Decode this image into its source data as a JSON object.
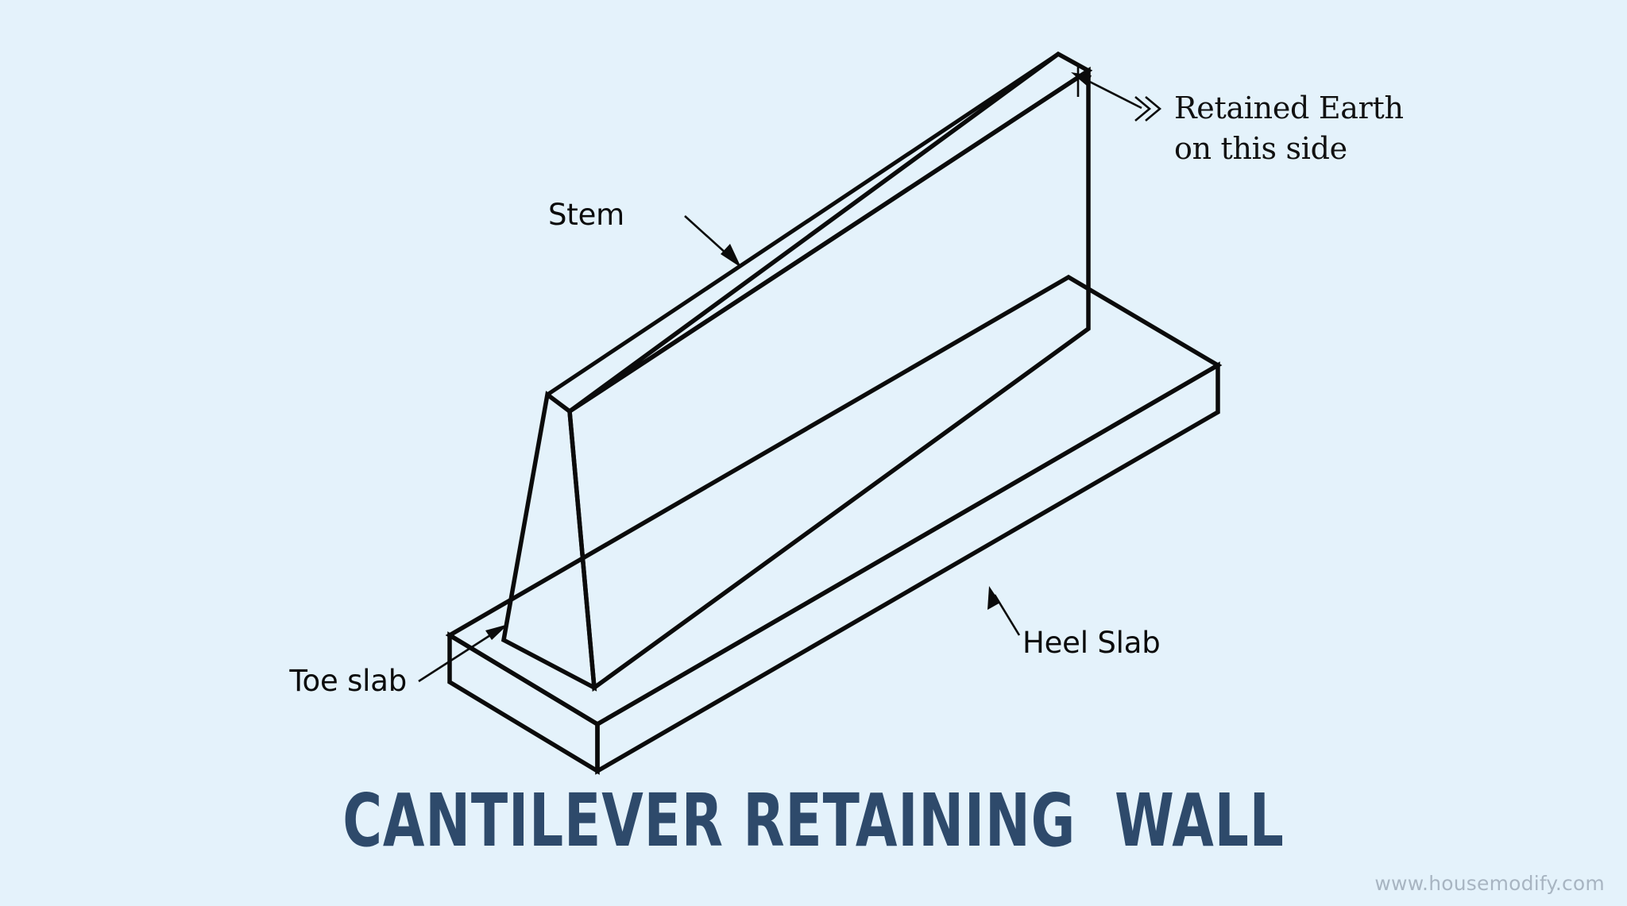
{
  "page": {
    "background_color": "#e4f2fb",
    "title": "CANTILEVER RETAINING  WALL",
    "title_color": "#2e4a6b",
    "watermark": "www.housemodify.com",
    "watermark_color": "#a8b5c2",
    "line_color": "#0b0b0b"
  },
  "diagram": {
    "type": "isometric-line-drawing",
    "subject": "cantilever retaining wall",
    "components": [
      {
        "id": "stem",
        "label": "Stem",
        "description": "tall vertical tapered wall slab rising from the base footing"
      },
      {
        "id": "toe-slab",
        "label": "Toe slab",
        "description": "short projecting front portion of the base footing"
      },
      {
        "id": "heel-slab",
        "label": "Heel Slab",
        "description": "long rear portion of the base footing under the retained earth"
      }
    ],
    "callouts": {
      "stem": "Stem",
      "toe_slab": "Toe slab",
      "heel_slab": "Heel Slab",
      "retained_earth_line1": "Retained Earth",
      "retained_earth_line2": "on this side"
    }
  }
}
